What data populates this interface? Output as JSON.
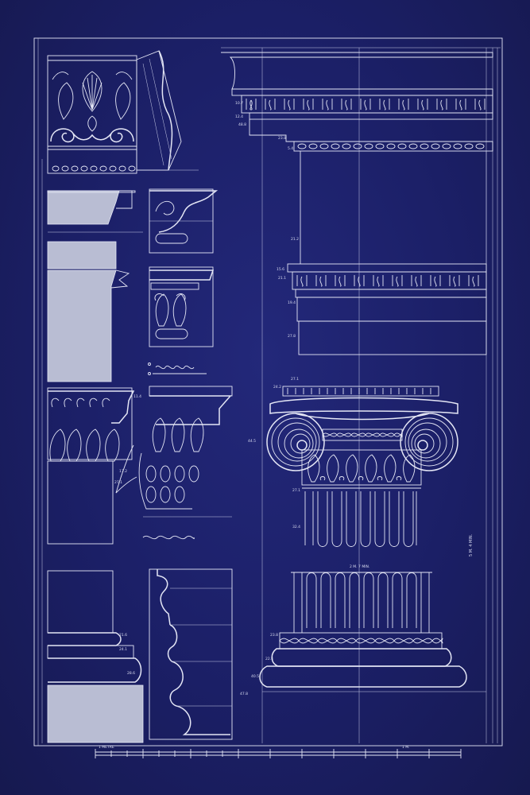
{
  "plate": {
    "background": "#1b1f66",
    "line_color": "#e4e6f5"
  },
  "labels": {
    "main_measure": "2 M. 7 MIN.",
    "side_measure": "5 M. 4 MIN."
  },
  "scale_bar": {
    "left_label": "1 METRE",
    "right_label": "1 M."
  },
  "dimensions": {
    "upper_entablature": [
      "10.7",
      "12.4",
      "48.8",
      "23.8",
      "5.4"
    ],
    "middle_band": [
      "21.2",
      "15.6",
      "21.1",
      "19.4",
      "27.8"
    ],
    "capital": [
      "24.2",
      "27.1",
      "44.5",
      "27.1",
      "32.4"
    ],
    "base": [
      "23.8",
      "22.4",
      "40.5",
      "47.8"
    ],
    "left_profiles": [
      "11.4",
      "17.2",
      "27.1",
      "21.6",
      "24.1",
      "28.6"
    ]
  }
}
